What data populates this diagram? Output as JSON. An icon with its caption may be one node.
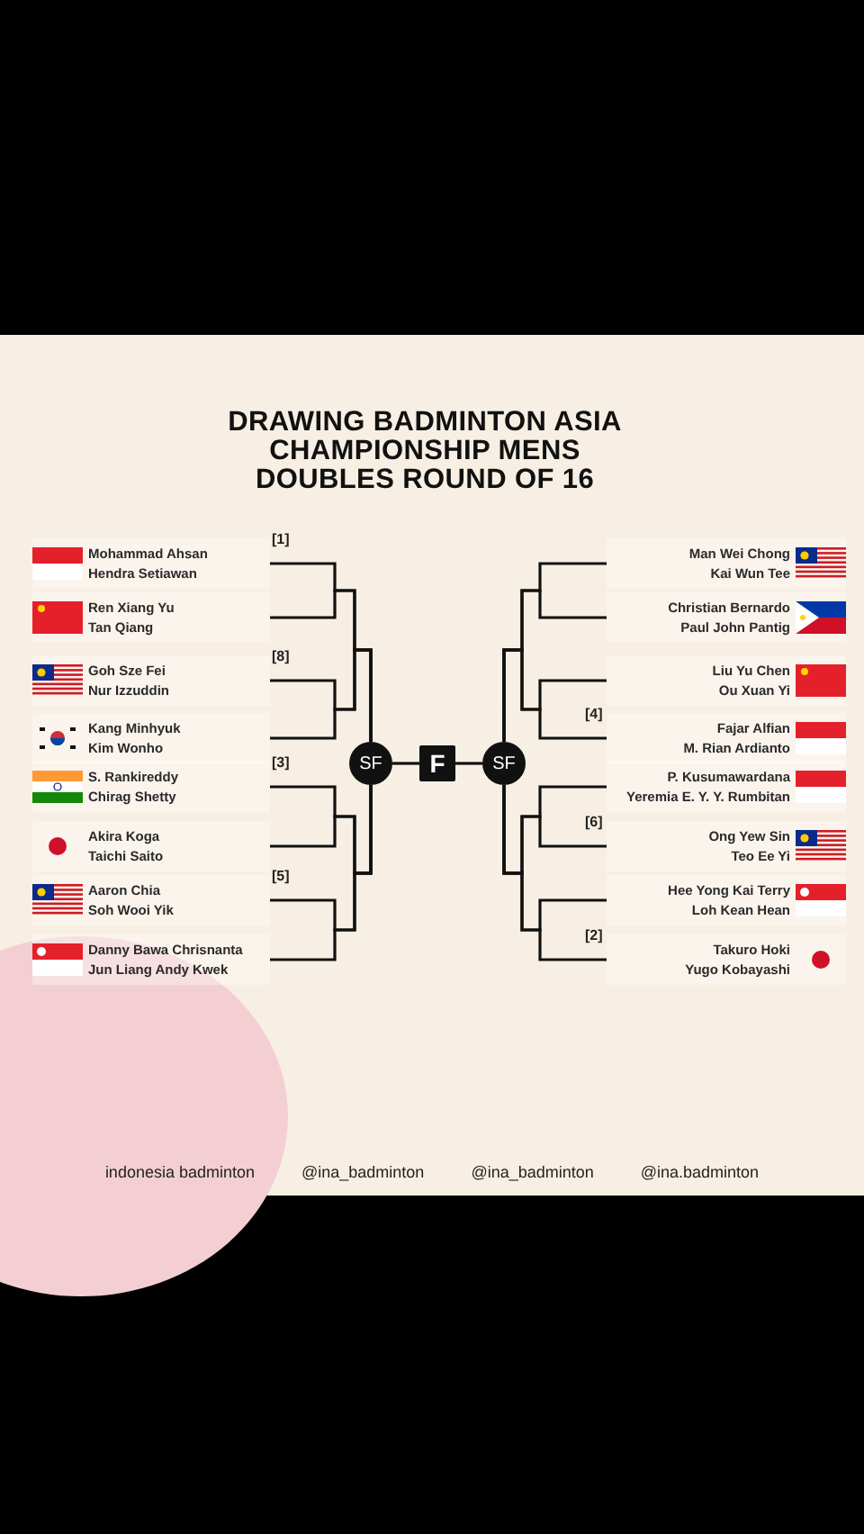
{
  "diagram": {
    "title": "DRAWING BADMINTON ASIA CHAMPIONSHIP MENS DOUBLES ROUND OF 16",
    "nodes": [
      {
        "text": [
          "Mohammad Ahsan",
          "Hendra Setiawan"
        ],
        "beside": [
          "[1]"
        ]
      },
      {
        "text": [
          "Ren Xiang Yu",
          "Tan Qiang"
        ]
      },
      {
        "text": [
          "Goh Sze Fei",
          "Nur Izzuddin"
        ],
        "beside": [
          "[8]"
        ]
      },
      {
        "text": [
          "Kang Minhyuk",
          "Kim Wonho"
        ]
      },
      {
        "text": [
          "S. Rankireddy",
          "Chirag Shetty"
        ],
        "beside": [
          "[3]"
        ]
      },
      {
        "text": [
          "Akira Koga",
          "Taichi Saito"
        ]
      },
      {
        "text": [
          "Aaron Chia",
          "Soh Wooi Yik"
        ],
        "beside": [
          "[5]"
        ]
      },
      {
        "text": [
          "Danny Bawa Chrisnanta",
          "Jun Liang Andy Kwek"
        ]
      },
      {
        "text": [
          "Man Wei Chong",
          "Kai Wun Tee"
        ]
      },
      {
        "text": [
          "Christian Bernardo",
          "Paul John Pantig"
        ]
      },
      {
        "text": [
          "Liu Yu Chen",
          "Ou Xuan Yi"
        ]
      },
      {
        "text": [
          "Fajar Alfian",
          "M. Rian Ardianto"
        ],
        "beside": [
          "[4]"
        ]
      },
      {
        "text": [
          "P. Kusumawardana",
          "Yeremia E. Y. Y. Rumbitan"
        ]
      },
      {
        "text": [
          "Ong Yew Sin",
          "Teo Ee Yi"
        ],
        "beside": [
          "[6]"
        ]
      },
      {
        "text": [
          "Hee Yong Kai Terry",
          "Loh Kean Hean"
        ]
      },
      {
        "text": [
          "Takuro Hoki",
          "Yugo Kobayashi"
        ],
        "beside": [
          "[2]"
        ]
      },
      {
        "text": [
          "SF"
        ]
      },
      {
        "text": [
          "F"
        ]
      },
      {
        "text": [
          "SF"
        ]
      }
    ],
    "edges": [
      {
        "from": 0,
        "to": 16,
        "arrow": "none"
      },
      {
        "from": 1,
        "to": 16,
        "arrow": "none"
      },
      {
        "from": 2,
        "to": 16,
        "arrow": "none"
      },
      {
        "from": 3,
        "to": 16,
        "arrow": "none"
      },
      {
        "from": 4,
        "to": 16,
        "arrow": "none"
      },
      {
        "from": 5,
        "to": 16,
        "arrow": "none"
      },
      {
        "from": 6,
        "to": 16,
        "arrow": "none"
      },
      {
        "from": 7,
        "to": 16,
        "arrow": "none"
      },
      {
        "from": 8,
        "to": 18,
        "arrow": "none"
      },
      {
        "from": 9,
        "to": 18,
        "arrow": "none"
      },
      {
        "from": 10,
        "to": 18,
        "arrow": "none"
      },
      {
        "from": 11,
        "to": 18,
        "arrow": "none"
      },
      {
        "from": 12,
        "to": 18,
        "arrow": "none"
      },
      {
        "from": 13,
        "to": 18,
        "arrow": "none"
      },
      {
        "from": 14,
        "to": 18,
        "arrow": "none"
      },
      {
        "from": 15,
        "to": 18,
        "arrow": "none"
      },
      {
        "from": 16,
        "to": 17,
        "arrow": "none"
      },
      {
        "from": 17,
        "to": 18,
        "arrow": "none"
      }
    ],
    "labels": [
      "indonesia badminton",
      "@ina_badminton",
      "@ina_badminton",
      "@ina.badminton"
    ]
  }
}
